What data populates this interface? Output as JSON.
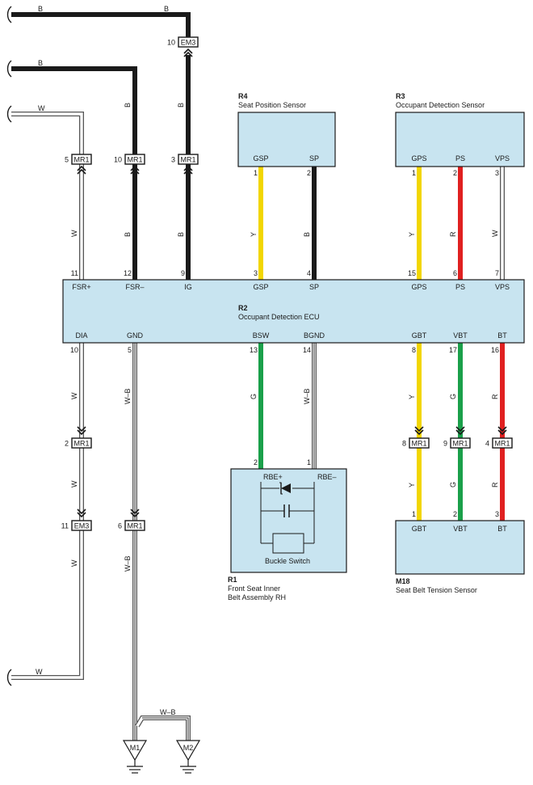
{
  "colors": {
    "component_fill": "#c8e4f0",
    "wire_black": "#1a1a1a",
    "wire_yellow": "#f2d600",
    "wire_red": "#e02020",
    "wire_green": "#1aa04a",
    "wire_white_outline": "#555555"
  },
  "components": {
    "r4": {
      "code": "R4",
      "name": "Seat Position Sensor",
      "pins": [
        "GSP",
        "SP"
      ]
    },
    "r3": {
      "code": "R3",
      "name": "Occupant Detection Sensor",
      "pins": [
        "GPS",
        "PS",
        "VPS"
      ]
    },
    "r2": {
      "code": "R2",
      "name": "Occupant Detection ECU",
      "top_pins": [
        "FSR+",
        "FSR–",
        "IG",
        "GSP",
        "SP",
        "GPS",
        "PS",
        "VPS"
      ],
      "bottom_pins": [
        "DIA",
        "GND",
        "BSW",
        "BGND",
        "GBT",
        "VBT",
        "BT"
      ]
    },
    "r1": {
      "code": "R1",
      "name_lines": [
        "Front Seat Inner",
        "Belt Assembly RH"
      ],
      "pins": [
        "RBE+",
        "RBE–"
      ],
      "inner_label": "Buckle Switch"
    },
    "m18": {
      "code": "M18",
      "name": "Seat Belt Tension Sensor",
      "pins": [
        "GBT",
        "VBT",
        "BT"
      ]
    }
  },
  "connectors": {
    "em3_top": {
      "num": "10",
      "name": "EM3"
    },
    "mr1_fsr": {
      "num": "5",
      "name": "MR1"
    },
    "mr1_fsrm": {
      "num": "10",
      "name": "MR1"
    },
    "mr1_ig": {
      "num": "3",
      "name": "MR1"
    },
    "mr1_dia": {
      "num": "2",
      "name": "MR1"
    },
    "em3_dia": {
      "num": "11",
      "name": "EM3"
    },
    "mr1_gnd": {
      "num": "6",
      "name": "MR1"
    },
    "mr1_gbt": {
      "num": "8",
      "name": "MR1"
    },
    "mr1_vbt": {
      "num": "9",
      "name": "MR1"
    },
    "mr1_bt": {
      "num": "4",
      "name": "MR1"
    }
  },
  "pin_numbers": {
    "r4_gsp": "1",
    "r4_sp": "2",
    "r3_gps": "1",
    "r3_ps": "2",
    "r3_vps": "3",
    "ecu_fsrp": "11",
    "ecu_fsrm": "12",
    "ecu_ig": "9",
    "ecu_gsp": "3",
    "ecu_sp": "4",
    "ecu_gps": "15",
    "ecu_ps": "6",
    "ecu_vps": "7",
    "ecu_dia": "10",
    "ecu_gnd": "5",
    "ecu_bsw": "13",
    "ecu_bgnd": "14",
    "ecu_gbt": "8",
    "ecu_vbt": "17",
    "ecu_bt": "16",
    "r1_rbep": "2",
    "r1_rbem": "1",
    "m18_gbt": "1",
    "m18_vbt": "2",
    "m18_bt": "3"
  },
  "wire_colors": {
    "b": "B",
    "w": "W",
    "y": "Y",
    "r": "R",
    "g": "G",
    "wb": "W–B"
  },
  "grounds": [
    "M1",
    "M2"
  ]
}
